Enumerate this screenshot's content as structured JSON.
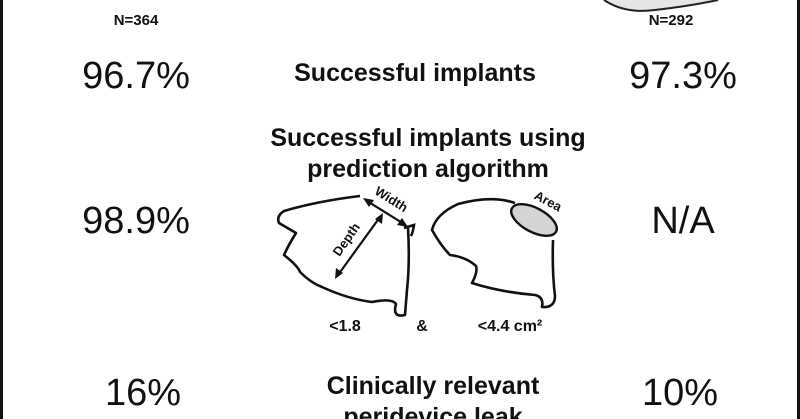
{
  "left_column": {
    "n_label": "N=364",
    "successful_implants": "96.7%",
    "prediction_algorithm": "98.9%",
    "peridevice_leak": "16%"
  },
  "right_column": {
    "n_label": "N=292",
    "successful_implants": "97.3%",
    "prediction_algorithm": "N/A",
    "peridevice_leak": "10%"
  },
  "rows": {
    "successful_implants": "Successful implants",
    "prediction_line1": "Successful implants using",
    "prediction_line2": "prediction algorithm",
    "leak_line1": "Clinically relevant",
    "leak_line2": "peridevice leak"
  },
  "diagram": {
    "width_label": "Width",
    "depth_label": "Depth",
    "area_label": "Area",
    "ratio_threshold": "<1.8",
    "conjunction": "&",
    "area_threshold": "<4.4 cm²"
  },
  "colors": {
    "ink": "#111111",
    "area_fill": "#d4d4d4",
    "background": "#ffffff"
  }
}
